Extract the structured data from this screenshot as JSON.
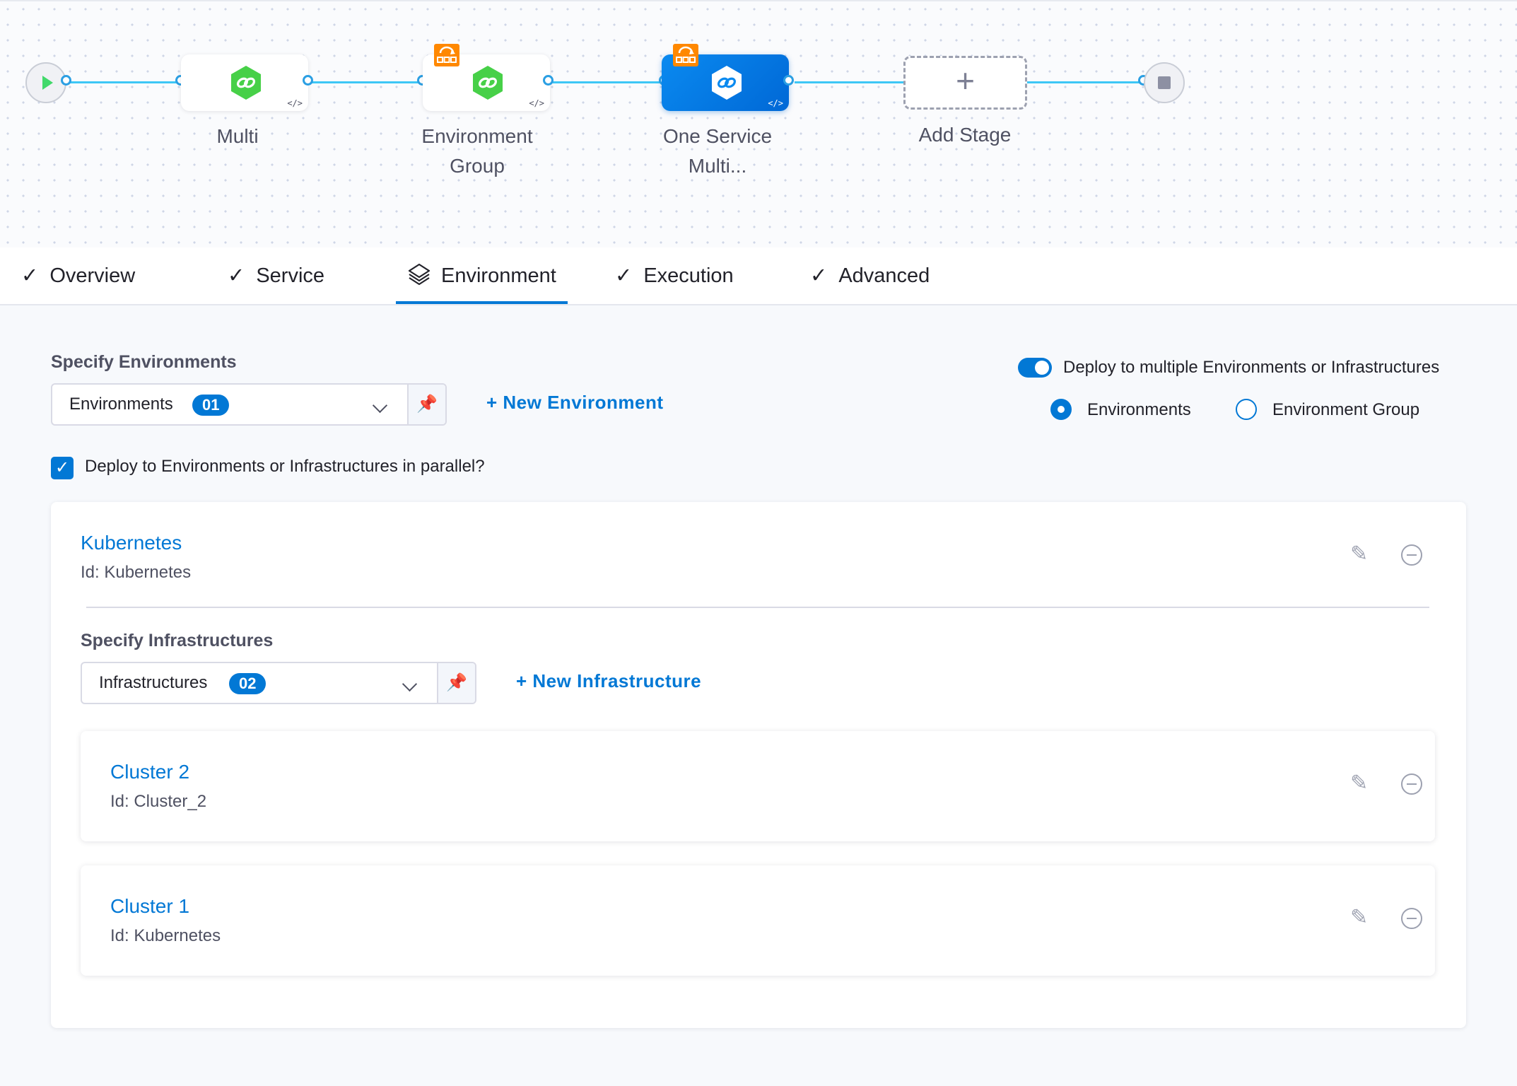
{
  "pipeline": {
    "stages": [
      {
        "name": "Multi",
        "code_tag": "</>"
      },
      {
        "name_line1": "Environment",
        "name_line2": "Group",
        "code_tag": "</>"
      },
      {
        "name_line1": "One Service",
        "name_line2": "Multi...",
        "code_tag": "</>"
      }
    ],
    "add_stage_label": "Add Stage",
    "add_stage_plus": "+"
  },
  "tabs": [
    {
      "label": "Overview",
      "state": "done"
    },
    {
      "label": "Service",
      "state": "done"
    },
    {
      "label": "Environment",
      "state": "active"
    },
    {
      "label": "Execution",
      "state": "done"
    },
    {
      "label": "Advanced",
      "state": "done"
    }
  ],
  "environment": {
    "specify_label": "Specify Environments",
    "select_label": "Environments",
    "count": "01",
    "new_link": "+ New Environment",
    "multi_toggle_label": "Deploy to multiple Environments or Infrastructures",
    "radio_environments": "Environments",
    "radio_env_group": "Environment Group",
    "parallel_label": "Deploy to Environments or Infrastructures in parallel?",
    "selected": {
      "name": "Kubernetes",
      "id_text": "Id: Kubernetes"
    }
  },
  "infrastructure": {
    "specify_label": "Specify Infrastructures",
    "select_label": "Infrastructures",
    "count": "02",
    "new_link": "+ New Infrastructure",
    "items": [
      {
        "name": "Cluster 2",
        "id_text": "Id: Cluster_2"
      },
      {
        "name": "Cluster 1",
        "id_text": "Id: Kubernetes"
      }
    ]
  },
  "colors": {
    "accent": "#0278d5",
    "stage_green": "#47d048",
    "connector": "#3dc7f6",
    "loop_badge": "#ff8800"
  },
  "icons": {
    "stage": "deployment-link-icon",
    "loop": "looping-strategy-icon",
    "edit": "pencil-icon",
    "remove": "minus-circle-icon",
    "pin": "pin-icon",
    "check": "check-icon"
  }
}
